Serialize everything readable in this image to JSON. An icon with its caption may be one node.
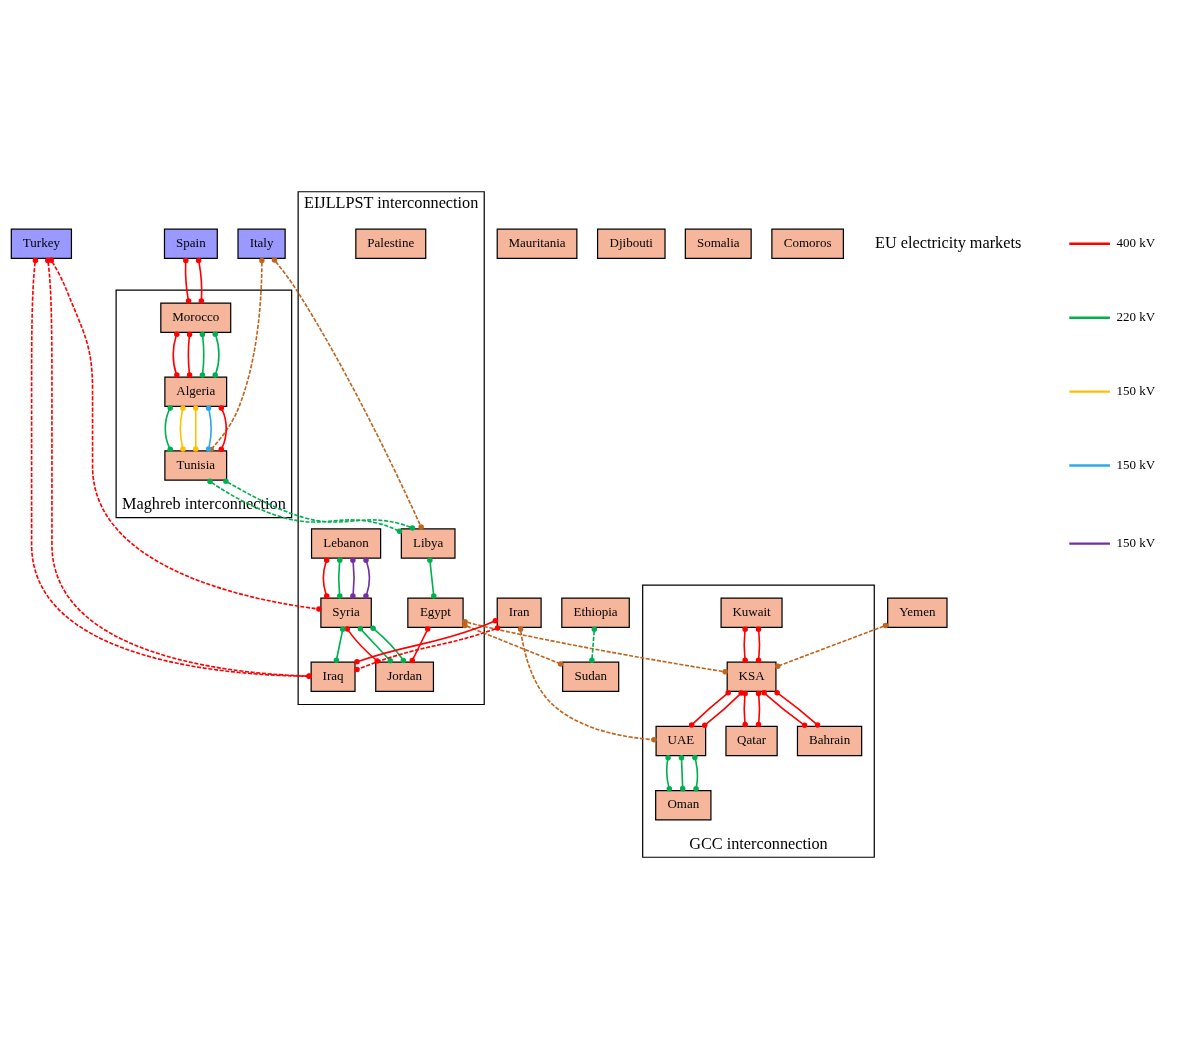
{
  "diagram": {
    "nodes": [
      {
        "text": [
          "Turkey"
        ]
      },
      {
        "text": [
          "Italy"
        ]
      },
      {
        "text": [
          "EIJLLPST interconnection"
        ]
      },
      {
        "text": [
          "Lebanon"
        ],
        "in": 2
      },
      {
        "text": [
          "Syria"
        ],
        "in": 2
      },
      {
        "text": [
          "Iran"
        ]
      },
      {
        "text": [
          "Palestine"
        ],
        "in": 2
      },
      {
        "text": [
          "Jordan"
        ],
        "in": 2
      },
      {
        "text": [
          "Iraq"
        ],
        "in": 2
      },
      {
        "text": [
          "Spain"
        ]
      },
      {
        "text": [
          "Libya"
        ],
        "in": 2
      },
      {
        "text": [
          "Egypt"
        ],
        "in": 2
      },
      {
        "text": [
          "Maghreb interconnection"
        ]
      },
      {
        "text": [
          "Morocco"
        ],
        "in": 12
      },
      {
        "text": [
          "Algeria"
        ],
        "in": 12
      },
      {
        "text": [
          "Tunisia"
        ],
        "in": 12
      },
      {
        "text": [
          "GCC interconnection"
        ]
      },
      {
        "text": [
          "Kuwait"
        ],
        "in": 16
      },
      {
        "text": [
          "Bahrain"
        ],
        "in": 16
      },
      {
        "text": [
          "KSA"
        ],
        "in": 16
      },
      {
        "text": [
          "Qatar"
        ],
        "in": 16
      },
      {
        "text": [
          "UAE"
        ],
        "in": 16
      },
      {
        "text": [
          "Oman"
        ],
        "in": 16
      },
      {
        "text": [
          "Mauritania"
        ]
      },
      {
        "text": [
          "Ethiopia"
        ]
      },
      {
        "text": [
          "Sudan"
        ]
      },
      {
        "text": [
          "Yemen"
        ]
      },
      {
        "text": [
          "Djibouti"
        ]
      },
      {
        "text": [
          "Somalia"
        ]
      },
      {
        "text": [
          "Comoros"
        ]
      }
    ],
    "edges": [
      {
        "from": 9,
        "to": 13,
        "arrow": "other"
      },
      {
        "from": 9,
        "to": 13,
        "arrow": "other"
      },
      {
        "from": 13,
        "to": 14,
        "arrow": "other"
      },
      {
        "from": 13,
        "to": 14,
        "arrow": "other"
      },
      {
        "from": 13,
        "to": 14,
        "arrow": "other",
        "color": "#00b050"
      },
      {
        "from": 13,
        "to": 14,
        "arrow": "other",
        "color": "#00b050"
      },
      {
        "from": 14,
        "to": 15,
        "arrow": "other",
        "color": "#00b050"
      },
      {
        "from": 14,
        "to": 15,
        "arrow": "other",
        "color": "#ffc000"
      },
      {
        "from": 14,
        "to": 15,
        "arrow": "other",
        "color": "#ffc000"
      },
      {
        "from": 14,
        "to": 15,
        "arrow": "other",
        "color": "#2ea8e6"
      },
      {
        "from": 14,
        "to": 15,
        "arrow": "other"
      },
      {
        "from": 15,
        "to": 10,
        "arrow": "other",
        "style": "dashed",
        "color": "#00b050"
      },
      {
        "from": 15,
        "to": 10,
        "arrow": "other",
        "style": "dashed",
        "color": "#00b050"
      },
      {
        "from": 1,
        "to": 15,
        "arrow": "other",
        "style": "dashed",
        "color": "#c0651e"
      },
      {
        "from": 1,
        "to": 10,
        "arrow": "other",
        "style": "dashed",
        "color": "#c0651e"
      },
      {
        "from": 10,
        "to": 11,
        "arrow": "other",
        "color": "#00b050"
      },
      {
        "from": 11,
        "to": 7,
        "arrow": "other"
      },
      {
        "from": 3,
        "to": 4,
        "arrow": "other"
      },
      {
        "from": 3,
        "to": 4,
        "arrow": "other",
        "color": "#00b050"
      },
      {
        "from": 3,
        "to": 4,
        "arrow": "other",
        "color": "#7030a0"
      },
      {
        "from": 3,
        "to": 4,
        "arrow": "other",
        "color": "#7030a0"
      },
      {
        "from": 4,
        "to": 7,
        "arrow": "other"
      },
      {
        "from": 4,
        "to": 7,
        "arrow": "other",
        "color": "#00b050"
      },
      {
        "from": 4,
        "to": 7,
        "arrow": "other",
        "color": "#00b050"
      },
      {
        "from": 4,
        "to": 8,
        "arrow": "other",
        "color": "#00b050"
      },
      {
        "from": 0,
        "to": 4,
        "arrow": "other",
        "style": "dashed"
      },
      {
        "from": 0,
        "to": 8,
        "arrow": "other",
        "style": "dashed"
      },
      {
        "from": 0,
        "to": 8,
        "arrow": "other",
        "style": "dashed"
      },
      {
        "from": 5,
        "to": 8,
        "arrow": "other"
      },
      {
        "from": 5,
        "to": 8,
        "arrow": "other",
        "style": "dashed"
      },
      {
        "from": 5,
        "to": 21,
        "arrow": "other",
        "style": "dashed",
        "color": "#c0651e"
      },
      {
        "from": 11,
        "to": 25,
        "arrow": "other",
        "style": "dashed",
        "color": "#c0651e"
      },
      {
        "from": 11,
        "to": 19,
        "arrow": "other",
        "style": "dashed",
        "color": "#c0651e"
      },
      {
        "from": 24,
        "to": 25,
        "arrow": "other",
        "style": "dashed",
        "color": "#00b050"
      },
      {
        "from": 26,
        "to": 19,
        "arrow": "other",
        "style": "dashed",
        "color": "#c0651e"
      },
      {
        "from": 17,
        "to": 19,
        "arrow": "other"
      },
      {
        "from": 17,
        "to": 19,
        "arrow": "other"
      },
      {
        "from": 19,
        "to": 18,
        "arrow": "other"
      },
      {
        "from": 19,
        "to": 18,
        "arrow": "other"
      },
      {
        "from": 19,
        "to": 20,
        "arrow": "other"
      },
      {
        "from": 19,
        "to": 20,
        "arrow": "other"
      },
      {
        "from": 19,
        "to": 21,
        "arrow": "other"
      },
      {
        "from": 19,
        "to": 21,
        "arrow": "other"
      },
      {
        "from": 21,
        "to": 22,
        "arrow": "other",
        "color": "#00b050"
      },
      {
        "from": 21,
        "to": 22,
        "arrow": "other",
        "color": "#00b050"
      },
      {
        "from": 21,
        "to": 22,
        "arrow": "other",
        "color": "#00b050"
      }
    ],
    "labels": [
      "EU electricity markets"
    ],
    "legend": [
      {
        "text": "400 kV",
        "color": "#ff0000"
      },
      {
        "text": "220 kV",
        "color": "#00b050"
      },
      {
        "text": "150 kV",
        "color": "#ffc000"
      },
      {
        "text": "150 kV",
        "color": "#2ea8e6"
      },
      {
        "text": "150 kV",
        "color": "#7030a0"
      }
    ]
  }
}
